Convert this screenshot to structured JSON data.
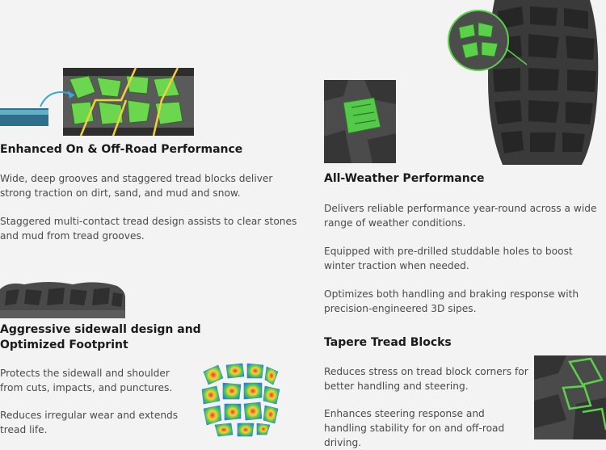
{
  "sections": {
    "offroad": {
      "title": "Enhanced On & Off-Road Performance",
      "p1": "Wide, deep grooves and staggered tread blocks deliver strong traction on dirt, sand, and mud and snow.",
      "p2": "Staggered multi-contact tread design assists to clear stones and mud from tread grooves."
    },
    "sidewall": {
      "title": "Aggressive sidewall design and Optimized Footprint",
      "p1": "Protects the sidewall and shoulder from cuts, impacts, and punctures.",
      "p2": "Reduces irregular wear and extends tread life."
    },
    "weather": {
      "title": "All-Weather Performance",
      "p1": "Delivers reliable performance year-round across a wide range of weather conditions.",
      "p2": "Equipped with pre-drilled studdable holes to boost winter traction when needed.",
      "p3": "Optimizes both handling and braking response with precision-engineered 3D sipes."
    },
    "tapered": {
      "title": "Tapere Tread Blocks",
      "p1": "Reduces stress on tread block corners for better handling and steering.",
      "p2": "Enhances steering response and handling stability for on and off-road driving."
    }
  },
  "colors": {
    "highlight_green": "#5bd14a",
    "tread_rubber": "#3a3a3a",
    "background": "#f3f3f3"
  }
}
